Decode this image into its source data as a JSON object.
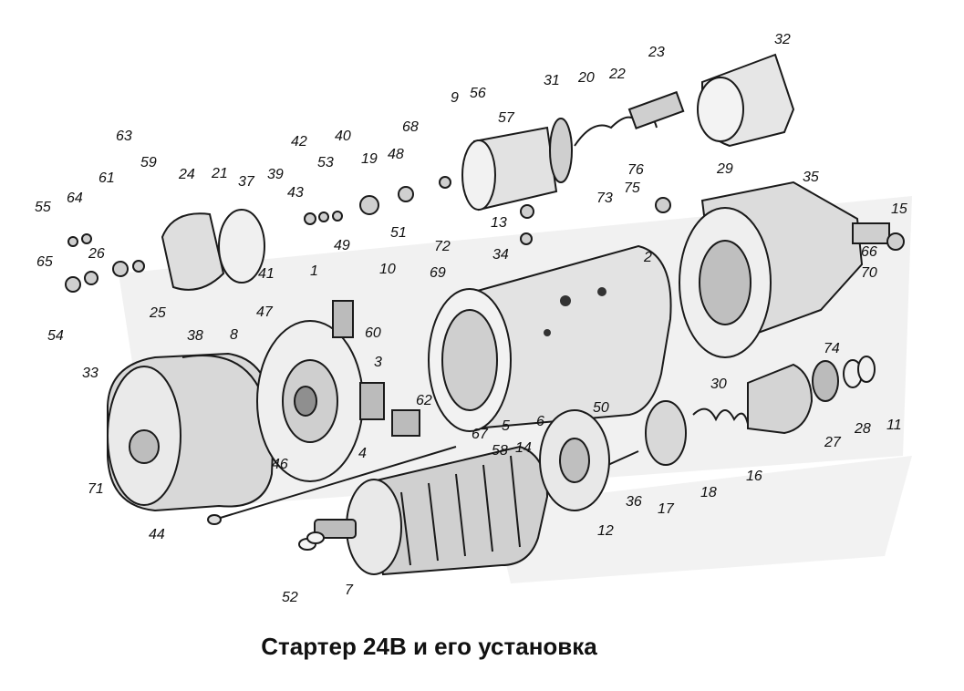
{
  "caption": "Стартер 24В и его установка",
  "callouts": [
    "1",
    "2",
    "3",
    "4",
    "5",
    "6",
    "7",
    "8",
    "9",
    "10",
    "11",
    "12",
    "13",
    "14",
    "15",
    "16",
    "17",
    "18",
    "19",
    "20",
    "21",
    "22",
    "23",
    "24",
    "25",
    "26",
    "27",
    "28",
    "29",
    "30",
    "31",
    "32",
    "33",
    "34",
    "35",
    "36",
    "37",
    "38",
    "39",
    "40",
    "41",
    "42",
    "43",
    "44",
    "46",
    "47",
    "48",
    "49",
    "50",
    "51",
    "52",
    "53",
    "54",
    "55",
    "56",
    "57",
    "58",
    "59",
    "60",
    "61",
    "62",
    "63",
    "64",
    "65",
    "66",
    "67",
    "68",
    "69",
    "70",
    "71",
    "72",
    "73",
    "74",
    "75",
    "76"
  ],
  "colors": {
    "ink": "#1a1a1a",
    "watermark": "#e4e4e4",
    "paper": "#ffffff"
  }
}
